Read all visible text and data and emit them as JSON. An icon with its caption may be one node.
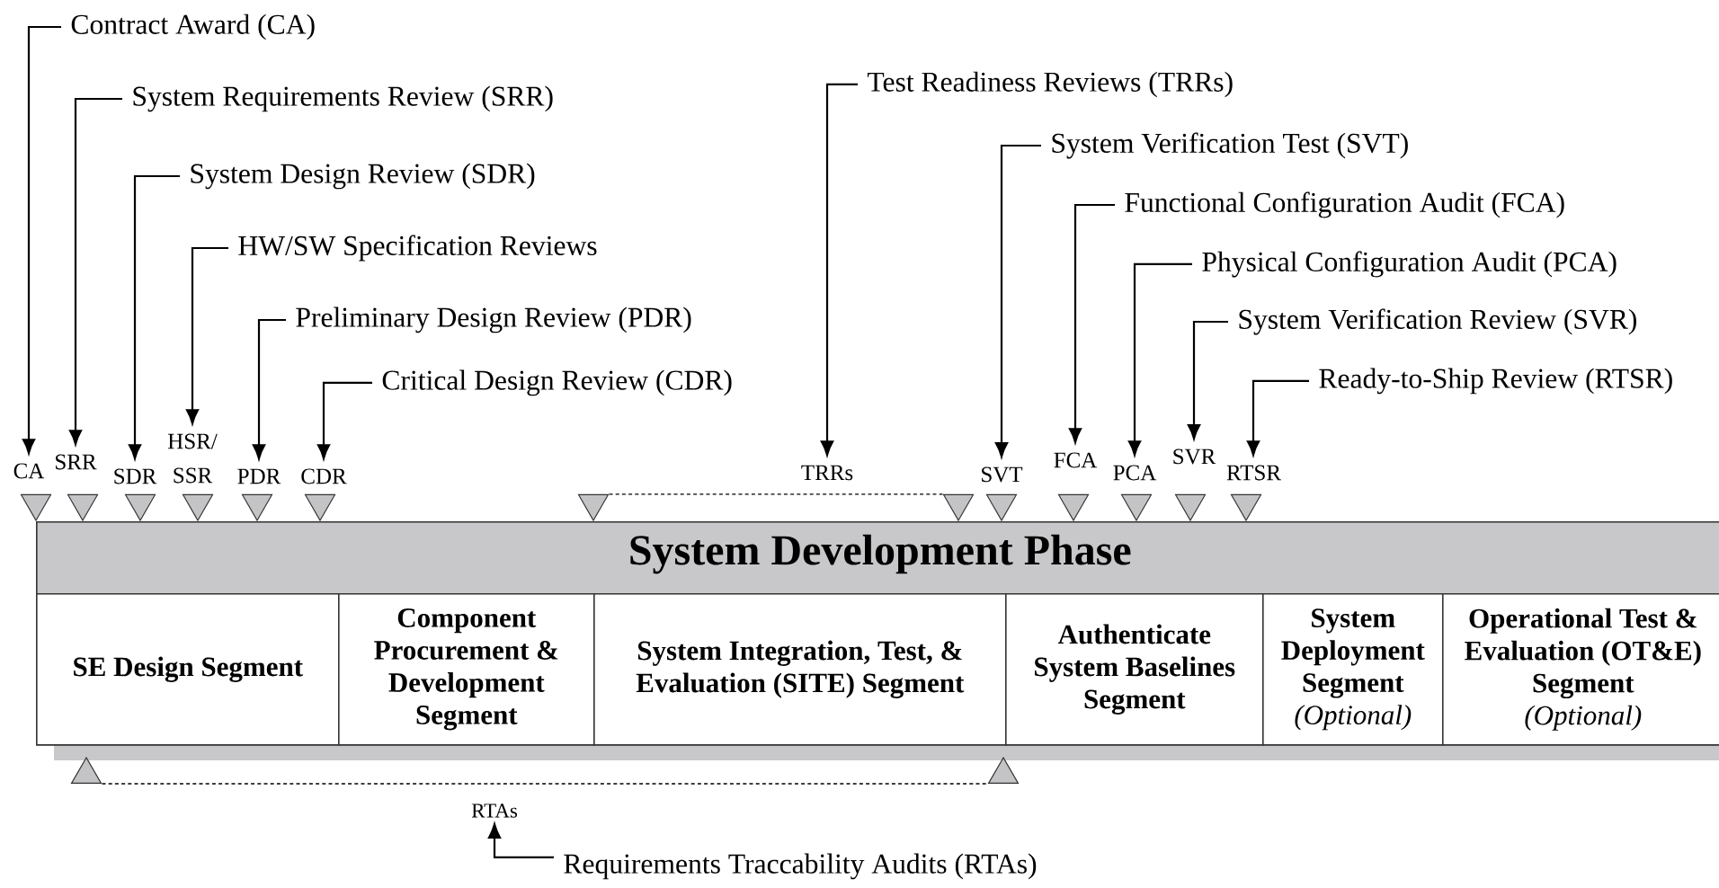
{
  "diagram": {
    "nodes": [
      {
        "text": [
          "Contract Award (CA)"
        ]
      },
      {
        "text": [
          "System Requirements Review (SRR)"
        ]
      },
      {
        "text": [
          "System Design Review (SDR)"
        ]
      },
      {
        "text": [
          "HW/SW Specification Reviews"
        ]
      },
      {
        "text": [
          "Preliminary Design Review (PDR)"
        ]
      },
      {
        "text": [
          "Critical Design Review (CDR)"
        ]
      },
      {
        "text": [
          "Test Readiness Reviews (TRRs)"
        ]
      },
      {
        "text": [
          "System Verification Test (SVT)"
        ]
      },
      {
        "text": [
          "Functional Configuration Audit (FCA)"
        ]
      },
      {
        "text": [
          "Physical Configuration Audit (PCA)"
        ]
      },
      {
        "text": [
          "System Verification Review (SVR)"
        ]
      },
      {
        "text": [
          "Ready-to-Ship Review (RTSR)"
        ]
      },
      {
        "text": [
          "CA"
        ]
      },
      {
        "text": [
          "SRR"
        ]
      },
      {
        "text": [
          "SDR"
        ]
      },
      {
        "text": [
          "HSR/ SSR"
        ]
      },
      {
        "text": [
          "PDR"
        ]
      },
      {
        "text": [
          "CDR"
        ]
      },
      {
        "text": [
          "TRRs"
        ]
      },
      {
        "text": [
          "SVT"
        ]
      },
      {
        "text": [
          "FCA"
        ]
      },
      {
        "text": [
          "PCA"
        ]
      },
      {
        "text": [
          "SVR"
        ]
      },
      {
        "text": [
          "RTSR"
        ]
      },
      {
        "text": [],
        "shape": "triangle"
      },
      {
        "text": [],
        "shape": "triangle"
      },
      {
        "text": [],
        "shape": "triangle"
      },
      {
        "text": [],
        "shape": "triangle"
      },
      {
        "text": [],
        "shape": "triangle"
      },
      {
        "text": [],
        "shape": "triangle"
      },
      {
        "text": [],
        "shape": "triangle"
      },
      {
        "text": [],
        "shape": "triangle"
      },
      {
        "text": [],
        "shape": "triangle"
      },
      {
        "text": [],
        "shape": "triangle"
      },
      {
        "text": [],
        "shape": "triangle"
      },
      {
        "text": [],
        "shape": "triangle"
      },
      {
        "text": [],
        "shape": "triangle"
      },
      {
        "text": [
          "System Development Phase"
        ]
      },
      {
        "text": [
          "SE Design Segment"
        ],
        "in": 37
      },
      {
        "text": [
          "Component Procurement & Development Segment"
        ],
        "in": 37
      },
      {
        "text": [
          "System Integration, Test, & Evaluation (SITE) Segment"
        ],
        "in": 37
      },
      {
        "text": [
          "Authenticate System Baselines Segment"
        ],
        "in": 37
      },
      {
        "text": [
          "System Deployment Segment",
          "(Optional)"
        ],
        "in": 37
      },
      {
        "text": [
          "Operational Test & Evaluation (OT&E) Segment",
          "(Optional)"
        ],
        "in": 37
      },
      {
        "text": [],
        "shape": "triangle"
      },
      {
        "text": [],
        "shape": "triangle"
      },
      {
        "text": [
          "RTAs"
        ]
      },
      {
        "text": [
          "Requirements Traccability Audits (RTAs)"
        ]
      }
    ],
    "edges": [
      {
        "from": 0,
        "to": 12,
        "arrow": "to"
      },
      {
        "from": 1,
        "to": 13,
        "arrow": "to"
      },
      {
        "from": 2,
        "to": 14,
        "arrow": "to"
      },
      {
        "from": 3,
        "to": 15,
        "arrow": "to"
      },
      {
        "from": 4,
        "to": 16,
        "arrow": "to"
      },
      {
        "from": 5,
        "to": 17,
        "arrow": "to"
      },
      {
        "from": 6,
        "to": 18,
        "arrow": "to"
      },
      {
        "from": 7,
        "to": 19,
        "arrow": "to"
      },
      {
        "from": 8,
        "to": 20,
        "arrow": "to"
      },
      {
        "from": 9,
        "to": 21,
        "arrow": "to"
      },
      {
        "from": 10,
        "to": 22,
        "arrow": "to"
      },
      {
        "from": 11,
        "to": 23,
        "arrow": "to"
      },
      {
        "from": 30,
        "to": 31,
        "arrow": "none",
        "style": "dashed"
      },
      {
        "from": 44,
        "to": 45,
        "arrow": "none",
        "style": "dashed"
      },
      {
        "from": 47,
        "to": 46,
        "arrow": "to"
      }
    ]
  }
}
